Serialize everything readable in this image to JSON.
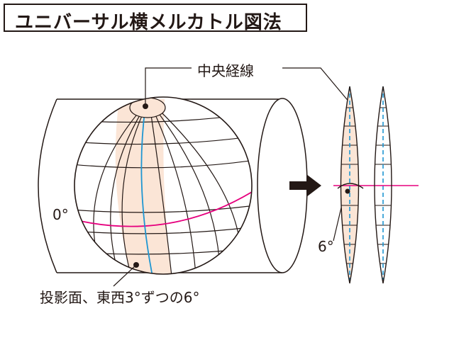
{
  "title": "ユニバーサル横メルカトル図法",
  "labels": {
    "central_meridian": "中央経線",
    "equator": "0°",
    "zone_width": "6°",
    "projection_note": "投影面、東西3°ずつの6°"
  },
  "colors": {
    "line": "#231815",
    "zone_fill": "#fbe5d6",
    "meridian": "#1e96d2",
    "equator": "#e6007e"
  },
  "icons": {
    "arrow": "right-arrow-icon"
  }
}
